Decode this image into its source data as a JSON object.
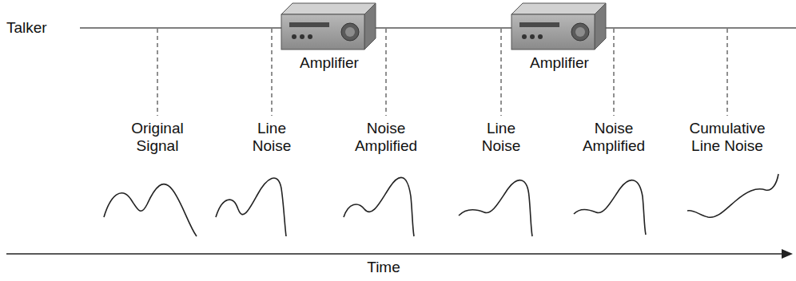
{
  "diagram": {
    "labels": [
      "Talker",
      "Amplifier",
      "Amplifier",
      "Original Signal",
      "Line Noise",
      "Noise Amplified",
      "Line Noise",
      "Noise Amplified",
      "Cumulative Line Noise",
      "Time"
    ]
  }
}
